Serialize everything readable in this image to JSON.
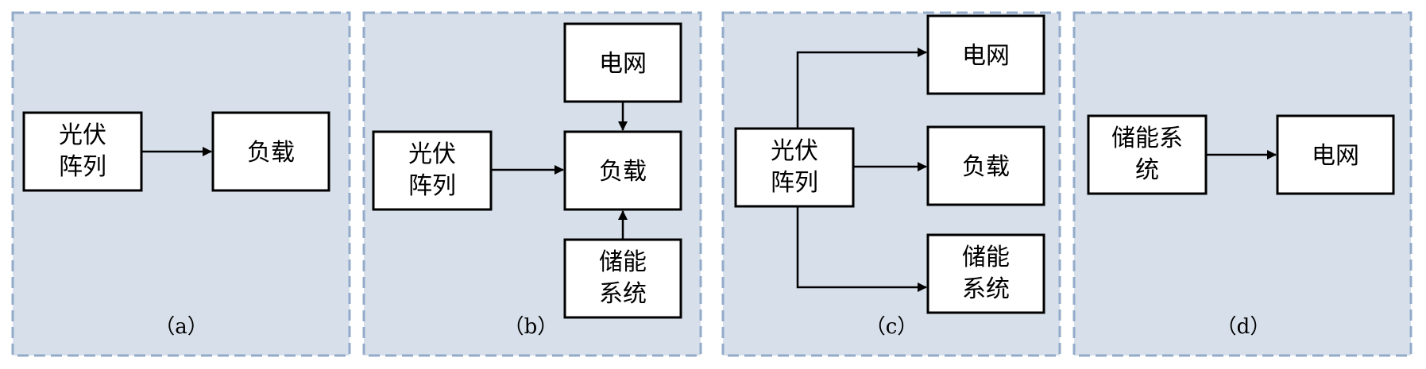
{
  "nodes": {
    "pv": [
      "光伏",
      "阵列"
    ],
    "load": "负载",
    "grid": "电网",
    "storage": [
      "储能",
      "系统"
    ],
    "storage_d": [
      "储能系",
      "统"
    ]
  },
  "panels": {
    "a": {
      "caption": "（a）"
    },
    "b": {
      "caption": "（b）"
    },
    "c": {
      "caption": "（c）"
    },
    "d": {
      "caption": "（d）"
    }
  },
  "colors": {
    "panel_fill": "#d6dfea",
    "panel_border": "#93abc9",
    "box_fill": "#ffffff",
    "line": "#000000"
  }
}
